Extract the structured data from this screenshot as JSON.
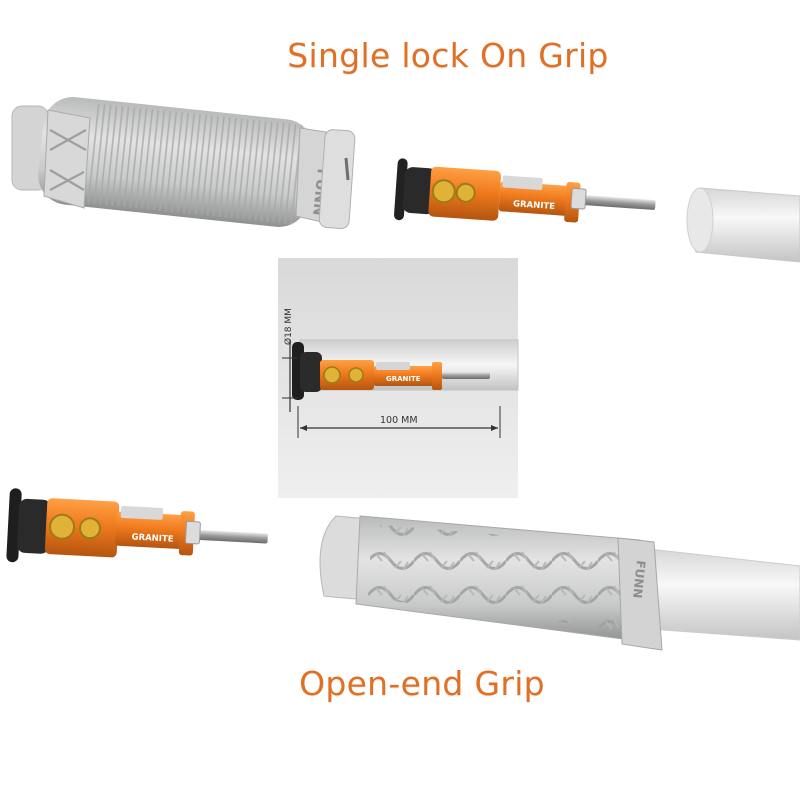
{
  "titles": {
    "top": "Single lock On Grip",
    "bottom": "Open-end Grip"
  },
  "diagram": {
    "diameter": "Ø18 MM",
    "length": "100 MM"
  },
  "branding": {
    "plug_logo": "GRANITE",
    "grip_logo": "FUNN"
  },
  "colors": {
    "accent_orange": "#ef7a1c",
    "grip_grey": "#cfd0d0",
    "bar_white": "#f1f1f1",
    "title_orange": "#e27024"
  }
}
